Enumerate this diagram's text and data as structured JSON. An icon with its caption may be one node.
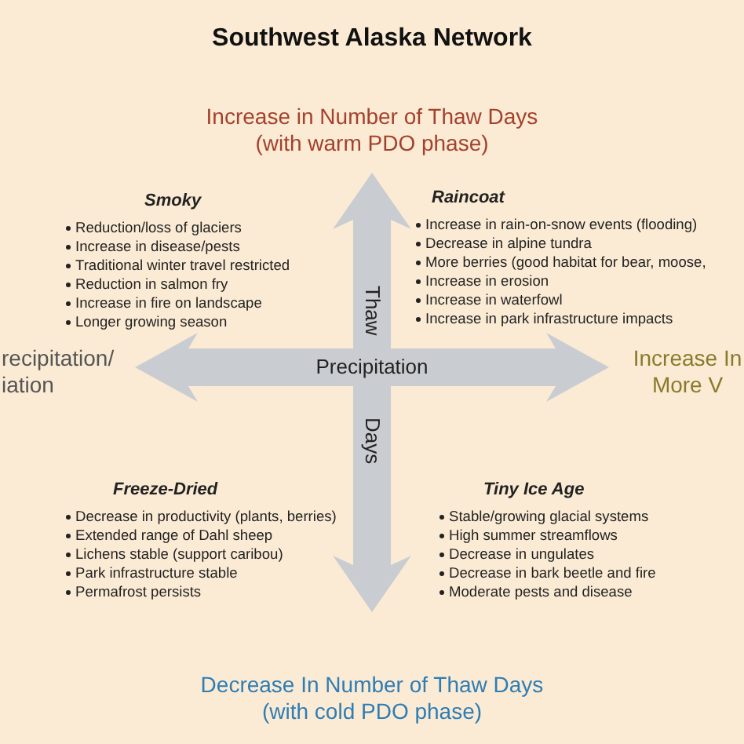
{
  "diagram": {
    "title": "Southwest Alaska Network",
    "nodes": [
      {
        "text": [
          "Thaw",
          "Days"
        ]
      },
      {
        "text": [
          "Precipitation"
        ]
      }
    ],
    "labels": [
      "Increase in Number of Thaw Days (with warm PDO phase)",
      "Smoky",
      "Reduction/loss of glaciers",
      "Increase in disease/pests",
      "Traditional winter travel restricted",
      "Reduction in salmon fry",
      "Increase in fire on landscape",
      "Longer growing season",
      "Raincoat",
      "Increase in rain-on-snow events (flooding)",
      "Decrease in alpine tundra",
      "More berries (good habitat for bear, moose,",
      "Increase in erosion",
      "Increase in waterfowl",
      "Increase in park infrastructure impacts",
      "recipitation/ iation",
      "Increase In More V",
      "Freeze-Dried",
      "Decrease in productivity (plants, berries)",
      "Extended range of Dahl sheep",
      "Lichens stable (support caribou)",
      "Park infrastructure stable",
      "Permafrost persists",
      "Tiny Ice Age",
      "Stable/growing glacial systems",
      "High summer streamflows",
      "Decrease in ungulates",
      "Decrease in bark beetle and fire",
      "Moderate pests and disease",
      "Decrease In Number of Thaw Days (with cold PDO phase)"
    ]
  }
}
